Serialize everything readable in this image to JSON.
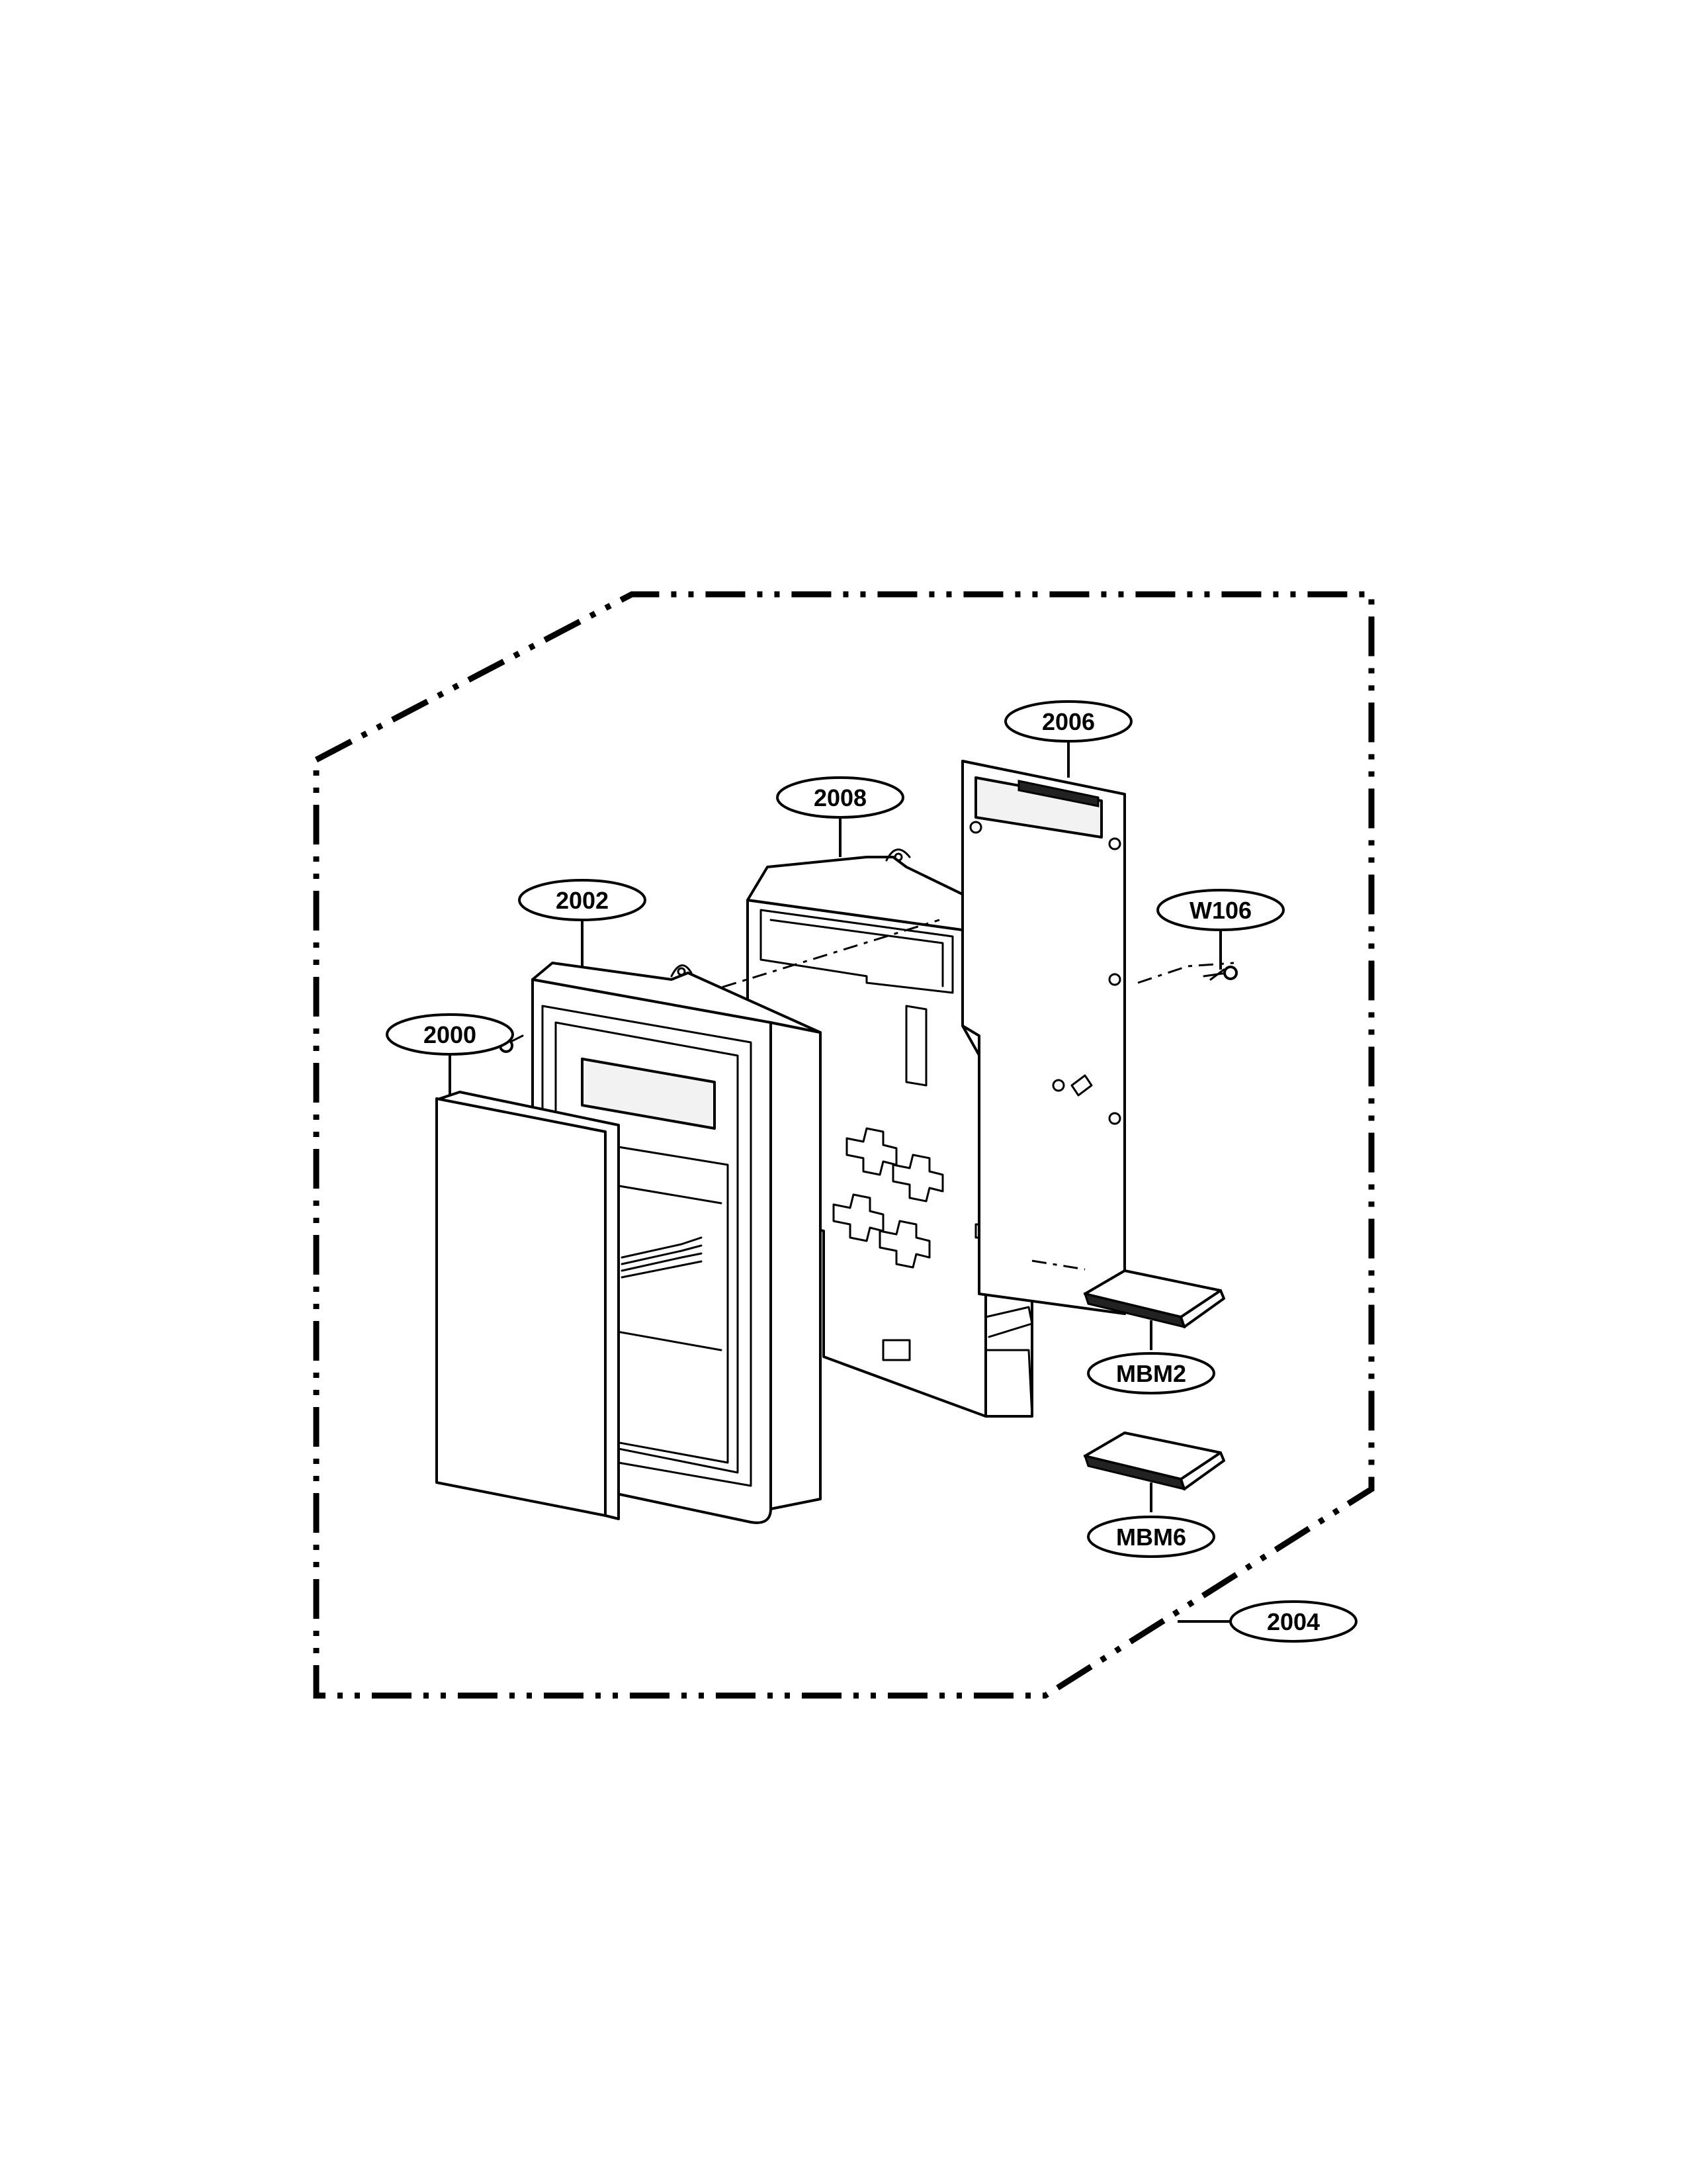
{
  "callouts": {
    "c2000": "2000",
    "c2002": "2002",
    "c2004": "2004",
    "c2006": "2006",
    "c2008": "2008",
    "cW106": "W106",
    "cMBM2": "MBM2",
    "cMBM6": "MBM6"
  }
}
